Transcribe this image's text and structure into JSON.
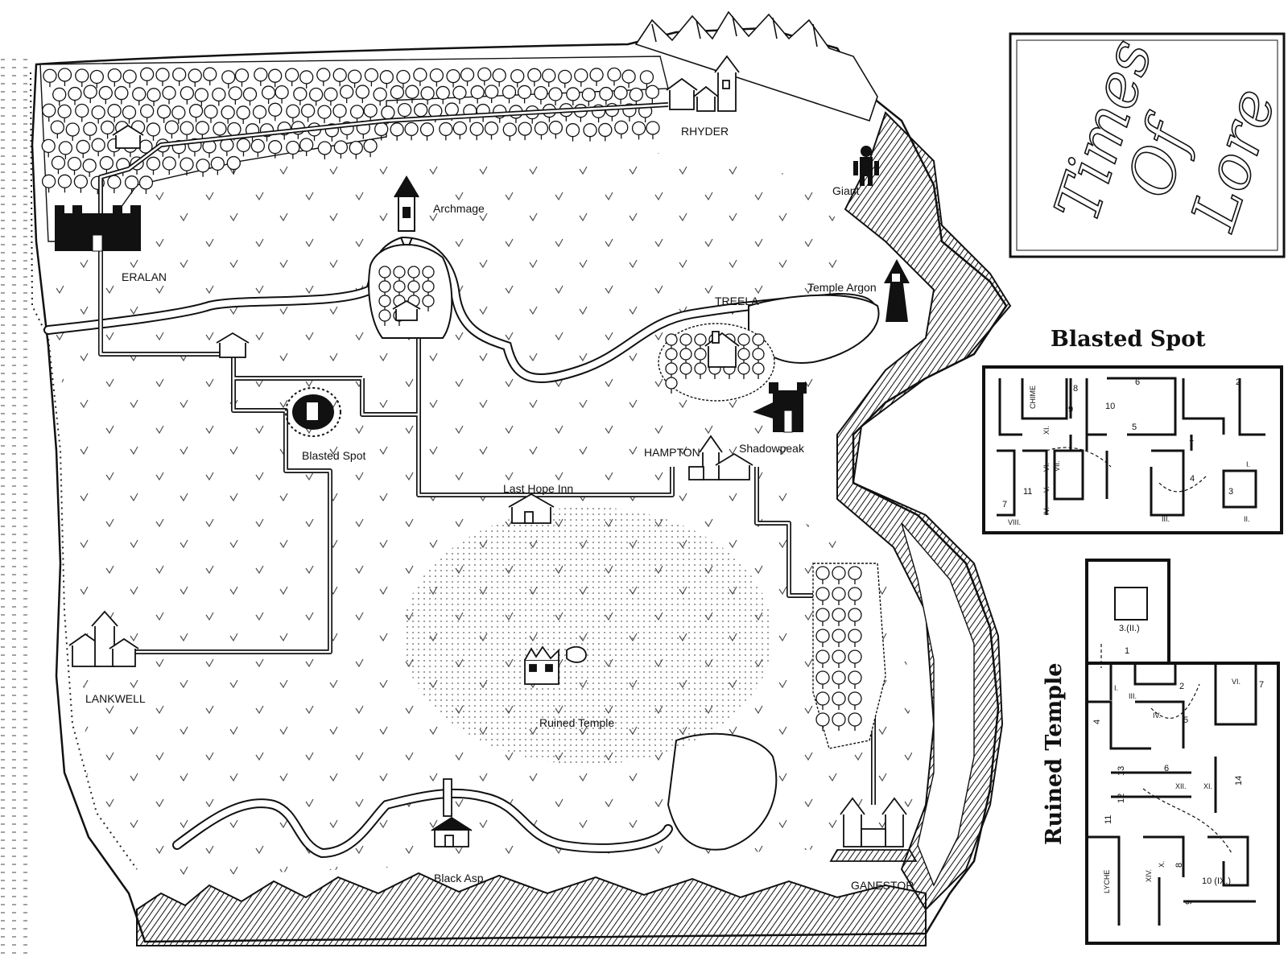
{
  "labels": {
    "rhyder": "RHYDER",
    "giant": "Giant",
    "archmage": "Archmage",
    "eralan": "ERALAN",
    "temple_argon": "Temple Argon",
    "treela": "TREELA",
    "blasted_spot": "Blasted Spot",
    "hampton": "HAMPTON",
    "shadowpeak": "Shadowpeak",
    "last_hope_inn": "Last Hope Inn",
    "lankwell": "LANKWELL",
    "ruined_temple": "Ruined Temple",
    "black_asp": "Black Asp",
    "ganestor": "GANESTOR"
  },
  "logo": {
    "line1": "Times",
    "line2": "Of",
    "line3": "Lore"
  },
  "inset_blasted_spot": {
    "title": "Blasted Spot",
    "rooms": {
      "chime": "CHIME",
      "n8": "8",
      "n9": "9",
      "n10": "10",
      "n6": "6",
      "n5": "5",
      "n2": "2",
      "n1": "1",
      "n4": "4",
      "n3": "3",
      "n11": "11",
      "n7": "7",
      "r1": "I.",
      "r2": "II.",
      "r3": "III.",
      "r8": "VIII.",
      "r11": "XI.",
      "r4": "IV.",
      "r5": "V.",
      "r6": "VI.",
      "r7": "VII."
    }
  },
  "inset_ruined_temple": {
    "title": "Ruined Temple",
    "rooms": {
      "lyche": "LYCHE",
      "n3": "3.(II.)",
      "n1": "1",
      "n2": "2",
      "n4": "4",
      "n5": "5",
      "n6": "6",
      "n7": "7",
      "n8": "8",
      "n9": "9",
      "n10": "10 (IX.)",
      "n11": "11",
      "n12": "12",
      "n13": "13",
      "n14": "14",
      "r1": "I.",
      "r3": "III.",
      "r4": "IV.",
      "r6": "VI.",
      "r10": "X.",
      "r11": "XI.",
      "r12": "XII.",
      "r14": "XIV."
    }
  }
}
